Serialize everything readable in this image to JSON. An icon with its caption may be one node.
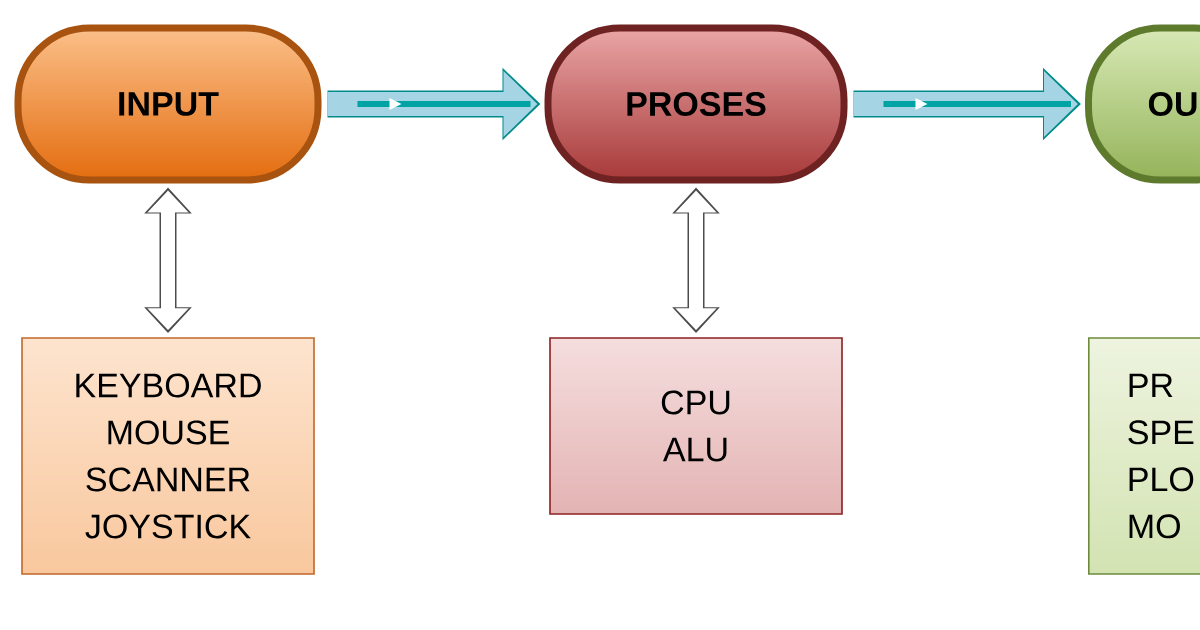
{
  "diagram": {
    "nodes": [
      {
        "text": [
          "INPUT"
        ]
      },
      {
        "text": [
          "PROSES"
        ]
      },
      {
        "text": [
          "OU"
        ]
      },
      {
        "text": [
          "KEYBOARD MOUSE SCANNER JOYSTICK"
        ]
      },
      {
        "text": [
          "CPU ALU"
        ]
      },
      {
        "text": [
          "PR SPE PLO MO"
        ]
      }
    ],
    "edges": [
      {
        "from": 0,
        "to": 1,
        "arrow": "to",
        "color": "#a5d5e4"
      },
      {
        "from": 1,
        "to": 2,
        "arrow": "to",
        "color": "#a5d5e4"
      },
      {
        "from": 0,
        "to": 3,
        "arrow": "both"
      },
      {
        "from": 1,
        "to": 4,
        "arrow": "both"
      }
    ]
  }
}
